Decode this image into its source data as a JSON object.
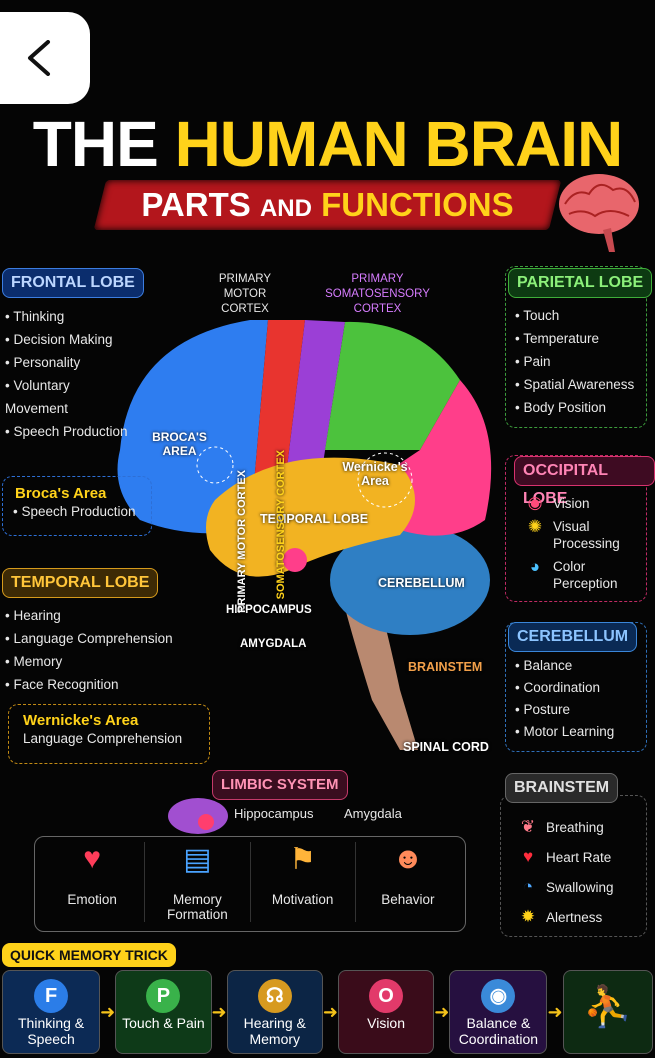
{
  "title": {
    "part1": "THE",
    "part2": "HUMAN BRAIN"
  },
  "subtitle": {
    "part1": "PARTS",
    "part2": "AND",
    "part3": "FUNCTIONS"
  },
  "frontal": {
    "title": "FRONTAL LOBE",
    "items": [
      "Thinking",
      "Decision Making",
      "Personality",
      "Voluntary Movement",
      "Speech Production"
    ]
  },
  "broca": {
    "title": "Broca's Area",
    "desc": "Speech Production",
    "brain_label": "BROCA'S AREA"
  },
  "temporal": {
    "title": "TEMPORAL LOBE",
    "items": [
      "Hearing",
      "Language Comprehension",
      "Memory",
      "Face Recognition"
    ],
    "brain_label": "TEMPORAL LOBE"
  },
  "wernicke": {
    "title": "Wernicke's Area",
    "desc": "Language Comprehension",
    "brain_label": "Wernicke's Area"
  },
  "parietal": {
    "title": "PARIETAL LOBE",
    "items": [
      "Touch",
      "Temperature",
      "Pain",
      "Spatial Awareness",
      "Body Position"
    ]
  },
  "occipital": {
    "title": "OCCIPITAL LOBE",
    "items": [
      "Vision",
      "Visual Processing",
      "Color Perception"
    ]
  },
  "cerebellum": {
    "title": "CEREBELLUM",
    "items": [
      "Balance",
      "Coordination",
      "Posture",
      "Motor Learning"
    ],
    "brain_label": "CEREBELLUM"
  },
  "brainstem": {
    "title": "BRAINSTEM",
    "items": [
      "Breathing",
      "Heart Rate",
      "Swallowing",
      "Alertness"
    ],
    "brain_label": "BRAINSTEM"
  },
  "labels": {
    "primary_motor": "PRIMARY MOTOR CORTEX",
    "primary_somato": "PRIMARY SOMATOSENSORY CORTEX",
    "strip_motor": "PRIMARY MOTOR CORTEX",
    "strip_somato": "SOMATOSENSORY CORTEX",
    "hippocampus": "HIPPOCAMPUS",
    "amygdala": "AMYGDALA",
    "spinal_cord": "SPINAL CORD"
  },
  "limbic": {
    "title": "LIMBIC SYSTEM",
    "hippocampus": "Hippocampus",
    "amygdala": "Amygdala",
    "items": [
      "Emotion",
      "Memory Formation",
      "Motivation",
      "Behavior"
    ]
  },
  "trick": {
    "title": "QUICK MEMORY TRICK",
    "items": [
      {
        "letter": "F",
        "text": "Thinking & Speech"
      },
      {
        "letter": "P",
        "text": "Touch & Pain"
      },
      {
        "letter": "",
        "text": "Hearing & Memory"
      },
      {
        "letter": "O",
        "text": "Vision"
      },
      {
        "letter": "",
        "text": "Balance & Coordination"
      }
    ]
  },
  "colors": {
    "frontal": "#2e7df0",
    "parietal": "#4cc23d",
    "temporal": "#f2b322",
    "occipital": "#ff3e8a",
    "cerebellum": "#3a9ad9",
    "motor": "#e8342f",
    "somato": "#9b3fd6",
    "accent": "#ffd21a"
  }
}
